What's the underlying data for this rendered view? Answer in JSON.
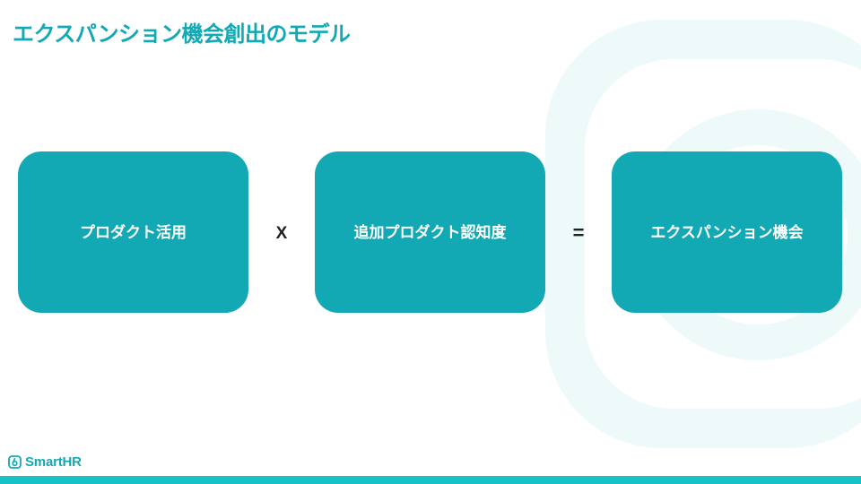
{
  "slide": {
    "title": "エクスパンション機会創出のモデル"
  },
  "formula": {
    "term1": "プロダクト活用",
    "operator1": "X",
    "term2": "追加プロダクト認知度",
    "operator2": "=",
    "result": "エクスパンション機会"
  },
  "brand": {
    "logo_text": "SmartHR",
    "accent_color": "#13a9b4",
    "bar_color": "#17c2c7"
  }
}
